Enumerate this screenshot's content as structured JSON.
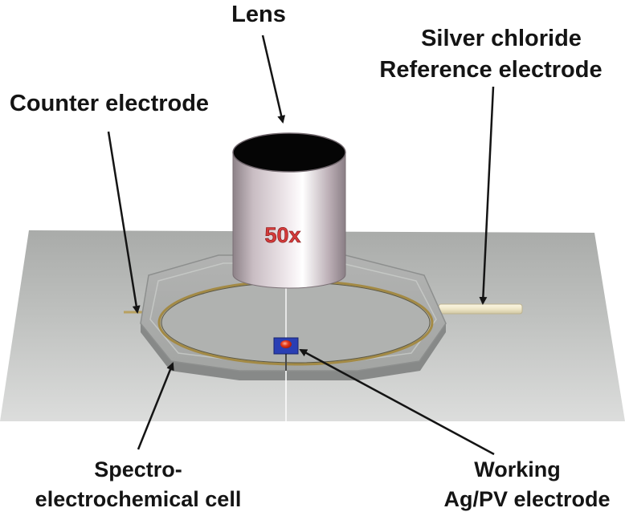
{
  "labels": {
    "lens": "Lens",
    "reference_line1": "Silver chloride",
    "reference_line2": "Reference electrode",
    "counter": "Counter electrode",
    "magnification": "50x",
    "cell_line1": "Spectro-",
    "cell_line2": "electrochemical cell",
    "working_line1": "Working",
    "working_line2": "Ag/PV electrode"
  },
  "colors": {
    "label_text": "#141414",
    "magnification_text": "#d43a3a",
    "working_electrode": "#2a3fb4",
    "working_spot": "#e43a1c"
  }
}
